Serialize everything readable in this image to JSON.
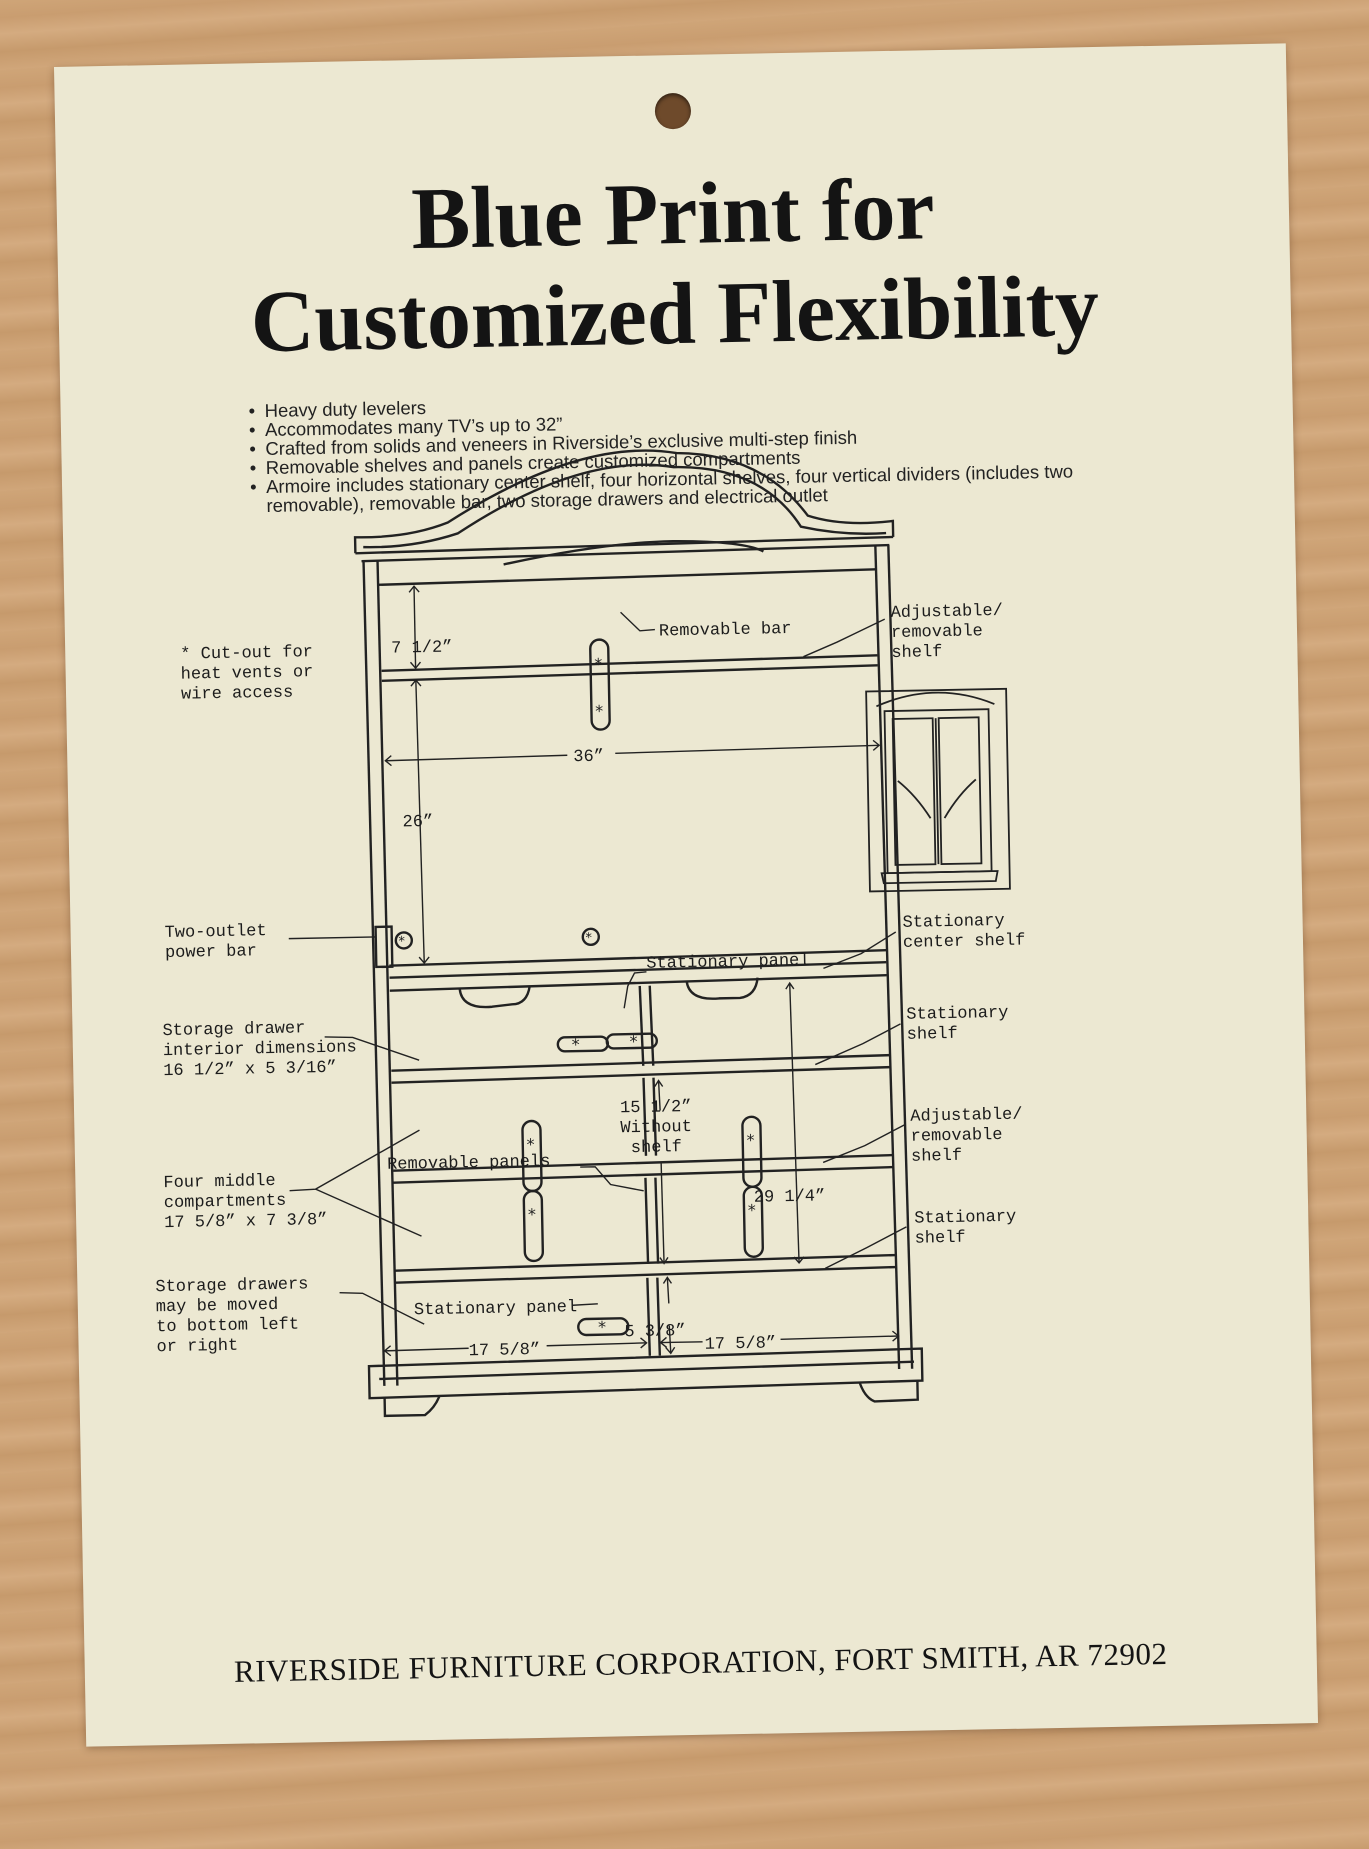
{
  "title": {
    "line1": "Blue Print for",
    "line2": "Customized Flexibility"
  },
  "features": [
    "Heavy duty levelers",
    "Accommodates many TV’s up to 32”",
    "Crafted from solids and veneers in Riverside’s exclusive multi-step finish",
    "Removable shelves and panels create customized compartments",
    "Armoire includes stationary center shelf, four horizontal shelves, four vertical dividers (includes two removable), removable bar, two storage drawers and electrical outlet"
  ],
  "labels": {
    "cutout_note": [
      "* Cut-out for",
      "heat vents or",
      "wire access"
    ],
    "removable_bar": "Removable bar",
    "adjustable_shelf_top": [
      "Adjustable/",
      "removable",
      "shelf"
    ],
    "two_outlet": [
      "Two-outlet",
      "power bar"
    ],
    "stationary_center_shelf": [
      "Stationary",
      "center shelf"
    ],
    "stationary_panel_top": "Stationary panel",
    "storage_drawer_dims": [
      "Storage drawer",
      "interior dimensions",
      "16 1/2” x 5 3/16”"
    ],
    "stationary_shelf_1": [
      "Stationary",
      "shelf"
    ],
    "adjustable_shelf_mid": [
      "Adjustable/",
      "removable",
      "shelf"
    ],
    "removable_panels": "Removable panels",
    "four_middle": [
      "Four middle",
      "compartments",
      "17 5/8” x 7 3/8”"
    ],
    "stationary_shelf_2": [
      "Stationary",
      "shelf"
    ],
    "storage_moved": [
      "Storage drawers",
      "may be moved",
      "to bottom left",
      "or right"
    ],
    "stationary_panel_bottom": "Stationary panel",
    "without_shelf": [
      "15 1/2”",
      "Without",
      "shelf"
    ]
  },
  "dimensions": {
    "top_gap": "7 1/2”",
    "width": "36”",
    "tv_height": "26”",
    "lower_height": "29 1/4”",
    "drawer_height": "5 3/8”",
    "left_width": "17 5/8”",
    "right_width": "17 5/8”"
  },
  "footer": "RIVERSIDE FURNITURE CORPORATION, FORT SMITH, AR 72902"
}
